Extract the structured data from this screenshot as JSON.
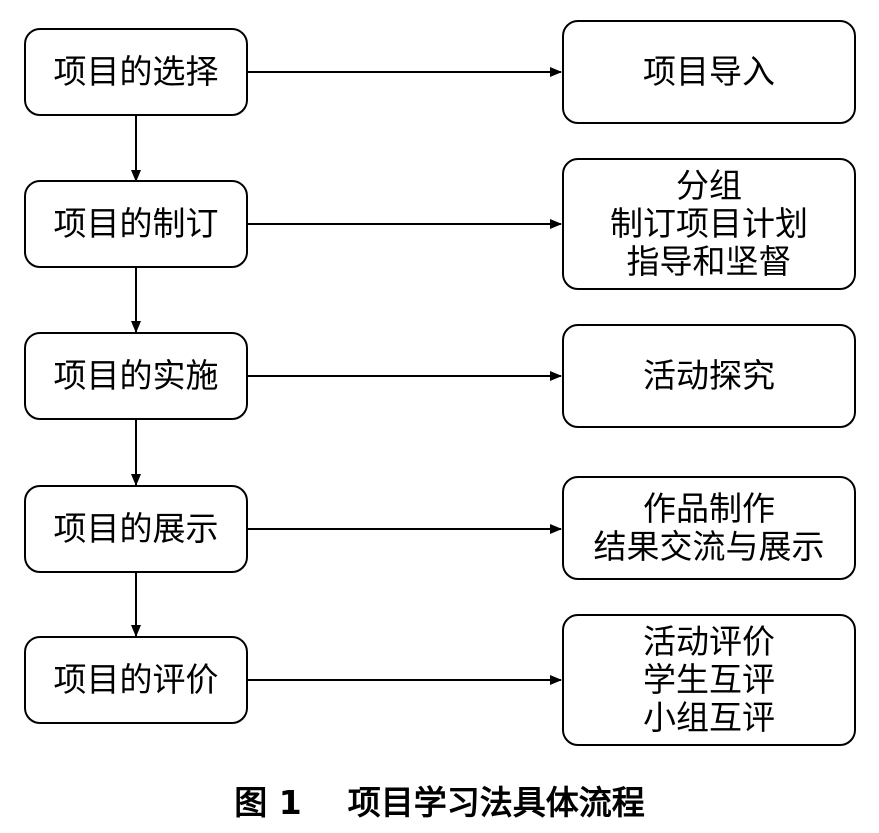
{
  "flow": {
    "steps": [
      {
        "label": "项目的选择",
        "detail": [
          "项目导入"
        ]
      },
      {
        "label": "项目的制订",
        "detail": [
          "分组",
          "制订项目计划",
          "指导和坚督"
        ]
      },
      {
        "label": "项目的实施",
        "detail": [
          "活动探究"
        ]
      },
      {
        "label": "项目的展示",
        "detail": [
          "作品制作",
          "结果交流与展示"
        ]
      },
      {
        "label": "项目的评价",
        "detail": [
          "活动评价",
          "学生互评",
          "小组互评"
        ]
      }
    ]
  },
  "caption": {
    "figure_label": "图 1",
    "title": "项目学习法具体流程"
  }
}
